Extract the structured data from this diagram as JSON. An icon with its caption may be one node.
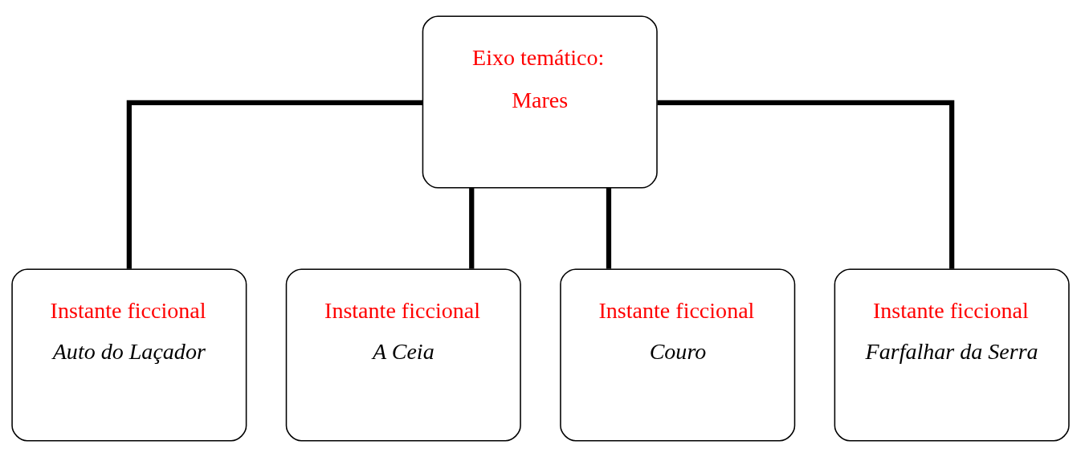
{
  "diagram": {
    "nodes": [
      {
        "text": [
          "Eixo temático:",
          "Mares"
        ]
      },
      {
        "text": [
          "Instante ficcional",
          "Auto do Laçador"
        ]
      },
      {
        "text": [
          "Instante ficcional",
          "A Ceia"
        ]
      },
      {
        "text": [
          "Instante ficcional",
          "Couro"
        ]
      },
      {
        "text": [
          "Instante ficcional",
          "Farfalhar da Serra"
        ]
      }
    ],
    "edges": [
      {
        "from": 0,
        "to": 1,
        "arrow": "none"
      },
      {
        "from": 0,
        "to": 2,
        "arrow": "none"
      },
      {
        "from": 0,
        "to": 3,
        "arrow": "none"
      },
      {
        "from": 0,
        "to": 4,
        "arrow": "none"
      }
    ]
  }
}
